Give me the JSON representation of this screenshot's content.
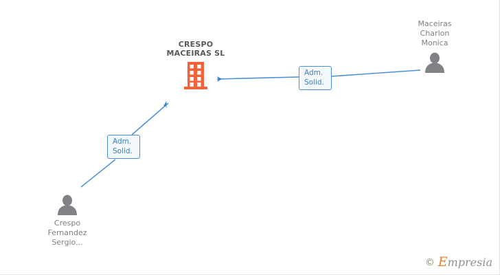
{
  "diagram": {
    "type": "org-relationship-graph",
    "company": {
      "name": "CRESPO\nMACEIRAS SL",
      "icon": "building-icon",
      "icon_color": "#f4623a"
    },
    "people": [
      {
        "id": "maceiras-charlon-monica",
        "name": "Maceiras\nCharlon\nMonica",
        "icon": "person-icon",
        "icon_color": "#808285",
        "position": "top-right"
      },
      {
        "id": "crespo-fernandez-sergio",
        "name": "Crespo\nFernandez\nSergio...",
        "icon": "person-icon",
        "icon_color": "#808285",
        "position": "bottom-left"
      }
    ],
    "relations": [
      {
        "id": "rel-right",
        "label": "Adm.\nSolid.",
        "from": "maceiras-charlon-monica",
        "to": "crespo-maceiras-sl",
        "edge_color": "#4a90d9"
      },
      {
        "id": "rel-left",
        "label": "Adm.\nSolid.",
        "from": "crespo-fernandez-sergio",
        "to": "crespo-maceiras-sl",
        "edge_color": "#4a90d9"
      }
    ]
  },
  "footer": {
    "copyright_symbol": "©",
    "brand_initial": "E",
    "brand_rest": "mpresia",
    "brand_color": "#f07d25"
  }
}
